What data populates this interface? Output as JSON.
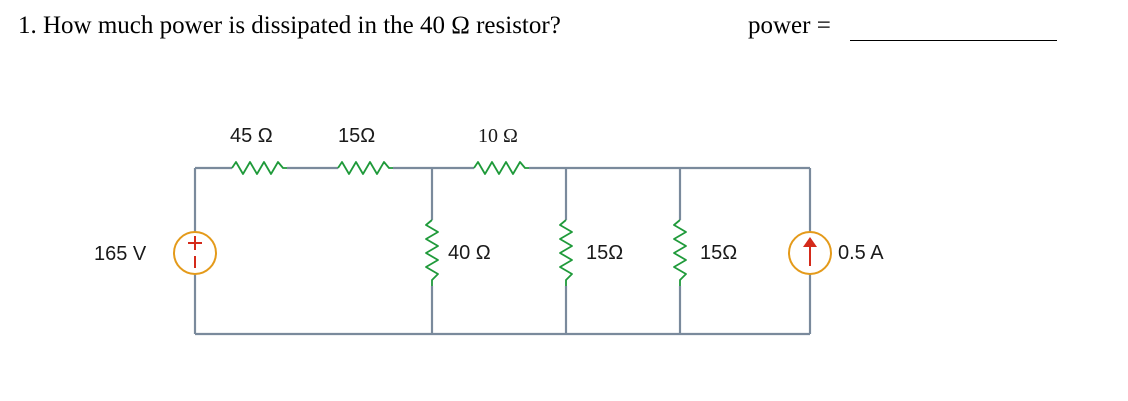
{
  "question": {
    "text": "1.  How much power is dissipated in the 40 Ω resistor?",
    "answer_label": "power ="
  },
  "circuit": {
    "source_voltage": "165 V",
    "r_series_1": "45 Ω",
    "r_series_2": "15Ω",
    "r_series_3": "10 Ω",
    "r_shunt_40": "40 Ω",
    "r_shunt_15a": "15Ω",
    "r_shunt_15b": "15Ω",
    "source_current": "0.5 A",
    "colors": {
      "wire": "#7a8a9c",
      "resistor": "#1f9a3a",
      "source_ring": "#e49a1a",
      "source_mark": "#d42a1a"
    }
  }
}
